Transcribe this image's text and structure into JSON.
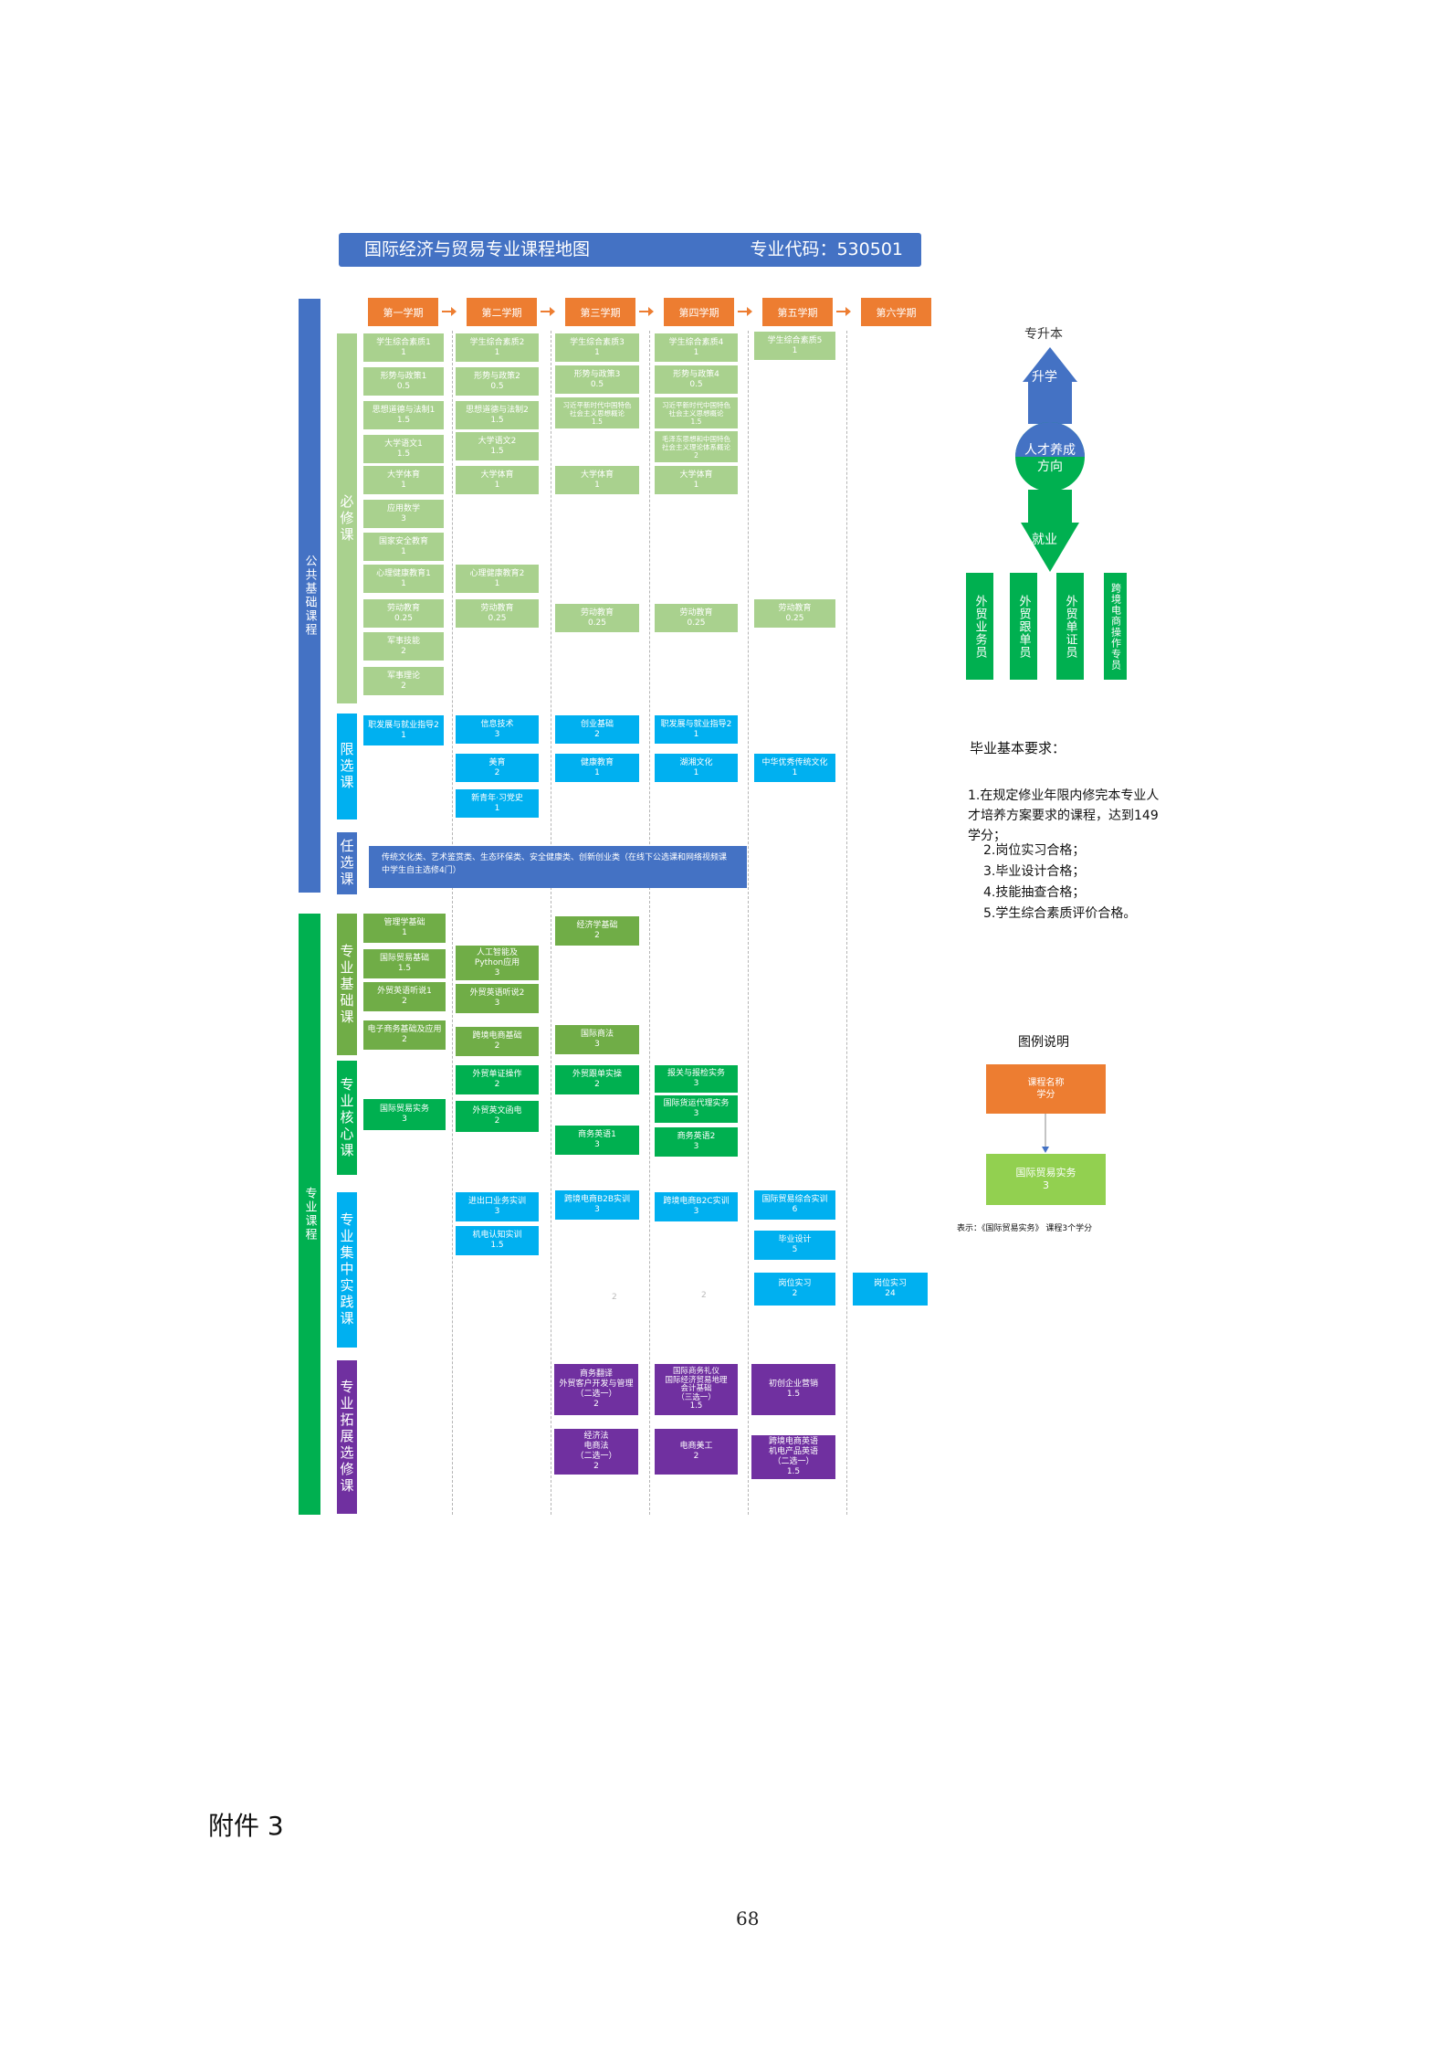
{
  "title": "国际经济与贸易专业课程地图",
  "code_label": "专业代码：530501",
  "semesters": [
    "第一学期",
    "第二学期",
    "第三学期",
    "第四学期",
    "第五学期",
    "第六学期"
  ],
  "groups": {
    "public": "公共基础课程",
    "major": "专业课程"
  },
  "subgroups": {
    "required": "必修课",
    "limited": "限选课",
    "optional": "任选课",
    "foundation": "专业基础课",
    "core": "专业核心课",
    "practice": "专业集中实践课",
    "extension": "专业拓展选修课"
  },
  "courses": {
    "s1_quality": {
      "name": "学生综合素质1",
      "credit": "1"
    },
    "s1_policy": {
      "name": "形势与政策1",
      "credit": "0.5"
    },
    "s1_ethics": {
      "name": "思想道德与法制1",
      "credit": "1.5"
    },
    "s1_chinese": {
      "name": "大学语文1",
      "credit": "1.5"
    },
    "s1_pe": {
      "name": "大学体育",
      "credit": "1"
    },
    "s1_math": {
      "name": "应用数学",
      "credit": "3"
    },
    "s1_security": {
      "name": "国家安全教育",
      "credit": "1"
    },
    "s1_psych": {
      "name": "心理健康教育1",
      "credit": "1"
    },
    "s1_labor": {
      "name": "劳动教育",
      "credit": "0.25"
    },
    "s1_military_skill": {
      "name": "军事技能",
      "credit": "2"
    },
    "s1_military_theory": {
      "name": "军事理论",
      "credit": "2"
    },
    "s2_quality": {
      "name": "学生综合素质2",
      "credit": "1"
    },
    "s2_policy": {
      "name": "形势与政策2",
      "credit": "0.5"
    },
    "s2_ethics": {
      "name": "思想道德与法制2",
      "credit": "1.5"
    },
    "s2_chinese": {
      "name": "大学语文2",
      "credit": "1.5"
    },
    "s2_pe": {
      "name": "大学体育",
      "credit": "1"
    },
    "s2_psych": {
      "name": "心理健康教育2",
      "credit": "1"
    },
    "s2_labor": {
      "name": "劳动教育",
      "credit": "0.25"
    },
    "s3_quality": {
      "name": "学生综合素质3",
      "credit": "1"
    },
    "s3_policy": {
      "name": "形势与政策3",
      "credit": "0.5"
    },
    "s3_xi": {
      "name": "习近平新时代中国特色\n社会主义思想概论",
      "credit": "1.5"
    },
    "s3_pe": {
      "name": "大学体育",
      "credit": "1"
    },
    "s3_labor": {
      "name": "劳动教育",
      "credit": "0.25"
    },
    "s4_quality": {
      "name": "学生综合素质4",
      "credit": "1"
    },
    "s4_policy": {
      "name": "形势与政策4",
      "credit": "0.5"
    },
    "s4_xi": {
      "name": "习近平新时代中国特色\n社会主义思想概论",
      "credit": "1.5"
    },
    "s4_mao": {
      "name": "毛泽东思想和中国特色\n社会主义理论体系概论",
      "credit": "2"
    },
    "s4_pe": {
      "name": "大学体育",
      "credit": "1"
    },
    "s4_labor": {
      "name": "劳动教育",
      "credit": "0.25"
    },
    "s5_quality": {
      "name": "学生综合素质5",
      "credit": "1"
    },
    "s5_labor": {
      "name": "劳动教育",
      "credit": "0.25"
    },
    "l1_career": {
      "name": "职发展与就业指导2",
      "credit": "1"
    },
    "l2_it": {
      "name": "信息技术",
      "credit": "3"
    },
    "l2_art": {
      "name": "美育",
      "credit": "2"
    },
    "l2_history": {
      "name": "新青年·习党史",
      "credit": "1"
    },
    "l3_startup": {
      "name": "创业基础",
      "credit": "2"
    },
    "l3_health": {
      "name": "健康教育",
      "credit": "1"
    },
    "l4_career": {
      "name": "职发展与就业指导2",
      "credit": "1"
    },
    "l4_hunan": {
      "name": "湖湘文化",
      "credit": "1"
    },
    "l5_culture": {
      "name": "中华优秀传统文化",
      "credit": "1"
    },
    "optional_text": "传统文化类、艺术鉴赏类、生态环保类、安全健康类、创新创业类（在线下公选课和网络视频课中学生自主选修4门）",
    "f1_mgmt": {
      "name": "管理学基础",
      "credit": "1"
    },
    "f1_trade": {
      "name": "国际贸易基础",
      "credit": "1.5"
    },
    "f1_listen": {
      "name": "外贸英语听说1",
      "credit": "2"
    },
    "f1_ecommerce": {
      "name": "电子商务基础及应用",
      "credit": "2"
    },
    "f2_ai": {
      "name": "人工智能及\nPython应用",
      "credit": "3"
    },
    "f2_listen": {
      "name": "外贸英语听说2",
      "credit": "3"
    },
    "f2_cross": {
      "name": "跨境电商基础",
      "credit": "2"
    },
    "f3_econ": {
      "name": "经济学基础",
      "credit": "2"
    },
    "f3_law": {
      "name": "国际商法",
      "credit": "3"
    },
    "k1_practice": {
      "name": "国际贸易实务",
      "credit": "3"
    },
    "k2_docs": {
      "name": "外贸单证操作",
      "credit": "2"
    },
    "k2_letters": {
      "name": "外贸英文函电",
      "credit": "2"
    },
    "k3_follow": {
      "name": "外贸跟单实操",
      "credit": "2"
    },
    "k3_english": {
      "name": "商务英语1",
      "credit": "3"
    },
    "k4_customs": {
      "name": "报关与报检实务",
      "credit": "3"
    },
    "k4_freight": {
      "name": "国际货运代理实务",
      "credit": "3"
    },
    "k4_english": {
      "name": "商务英语2",
      "credit": "3"
    },
    "p2_import": {
      "name": "进出口业务实训",
      "credit": "3"
    },
    "p2_mech": {
      "name": "机电认知实训",
      "credit": "1.5"
    },
    "p3_b2b": {
      "name": "跨境电商B2B实训",
      "credit": "3"
    },
    "p4_b2c": {
      "name": "跨境电商B2C实训",
      "credit": "3"
    },
    "p5_trade": {
      "name": "国际贸易综合实训",
      "credit": "6"
    },
    "p5_design": {
      "name": "毕业设计",
      "credit": "5"
    },
    "p5_intern": {
      "name": "岗位实习",
      "credit": "2"
    },
    "p6_intern": {
      "name": "岗位实习",
      "credit": "24"
    },
    "faint_a": "2",
    "faint_b": "2",
    "e3_a": {
      "name": "商务翻译\n外贸客户开发与管理\n（二选一）",
      "credit": "2"
    },
    "e3_b": {
      "name": "经济法\n电商法\n（二选一）",
      "credit": "2"
    },
    "e4_a": {
      "name": "国际商务礼仪\n国际经济贸易地理\n会计基础\n（三选一）",
      "credit": "1.5"
    },
    "e4_b": {
      "name": "电商美工",
      "credit": "2"
    },
    "e5_a": {
      "name": "初创企业营销",
      "credit": "1.5"
    },
    "e5_b": {
      "name": "跨境电商英语\n机电产品英语\n（二选一）",
      "credit": "1.5"
    }
  },
  "pathway": {
    "top": "专升本",
    "up": "升学",
    "center": "人才养成\n方向",
    "down": "就业",
    "careers": [
      "外贸业务员",
      "外贸跟单员",
      "外贸单证员",
      "跨境电商操作专员"
    ]
  },
  "requirements": {
    "title": "毕业基本要求：",
    "items": [
      "1.在规定修业年限内修完本专业人才培养方案要求的课程，达到149学分；",
      "2.岗位实习合格；",
      "3.毕业设计合格；",
      "4.技能抽查合格；",
      "5.学生综合素质评价合格。"
    ]
  },
  "legend": {
    "title": "图例说明",
    "box1_name": "课程名称",
    "box1_credit": "学分",
    "box2_name": "国际贸易实务",
    "box2_credit": "3",
    "note": "表示：《国际贸易实务》 课程3个学分"
  },
  "annex": "附件 3",
  "page_number": "68",
  "colors": {
    "title_bar": "#4472c4",
    "semester": "#ed7d31",
    "public_group": "#4472c4",
    "major_group": "#00b050",
    "required": "#a9d18e",
    "limited": "#00b0f0",
    "foundation": "#70ad47",
    "core": "#00b050",
    "practice": "#00b0f0",
    "extension": "#7030a0"
  }
}
